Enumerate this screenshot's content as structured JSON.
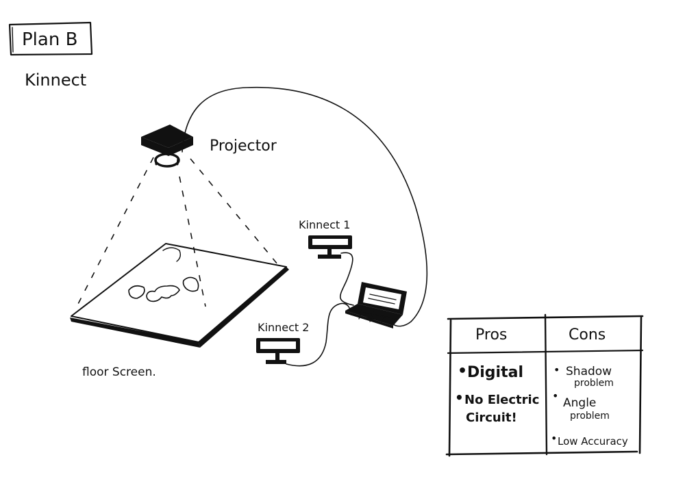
{
  "title": "Plan B",
  "subtitle": "Kinnect",
  "labels": {
    "projector": "Projector",
    "kinect1": "Kinnect 1",
    "kinect2": "Kinnect 2",
    "floor_screen": "floor Screen."
  },
  "table": {
    "headers": [
      "Pros",
      "Cons"
    ],
    "pros": [
      {
        "lines": [
          "Digital"
        ]
      },
      {
        "lines": [
          "No Electric",
          "Circuit!"
        ]
      }
    ],
    "cons": [
      {
        "lines": [
          "Shadow",
          "problem"
        ]
      },
      {
        "lines": [
          "Angle",
          "problem"
        ]
      },
      {
        "lines": [
          "Low Accuracy"
        ]
      }
    ]
  }
}
